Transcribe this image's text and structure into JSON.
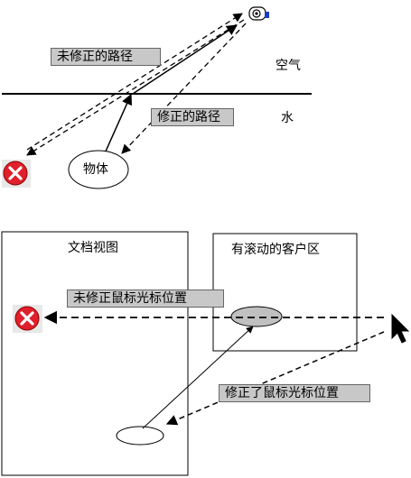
{
  "top": {
    "uncorrected_path": "未修正的路径",
    "corrected_path": "修正的路径",
    "air": "空气",
    "water": "水",
    "object": "物体"
  },
  "bottom": {
    "document_view": "文档视图",
    "scrolled_client_area": "有滚动的客户区",
    "uncorrected_cursor": "未修正鼠标光标位置",
    "corrected_cursor": "修正了鼠标光标位置"
  },
  "icons": [
    "eye-icon",
    "error-icon",
    "mouse-pointer-icon"
  ],
  "colors": {
    "label_fill": "#c8c8c8",
    "error_red": "#e0202a",
    "ellipse_fill": "#c0c0c0"
  }
}
